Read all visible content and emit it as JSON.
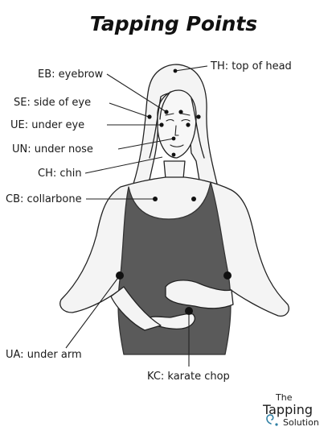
{
  "title": "Tapping Points",
  "points": [
    {
      "id": "th",
      "label": "TH: top of head"
    },
    {
      "id": "eb",
      "label": "EB: eyebrow"
    },
    {
      "id": "se",
      "label": "SE: side of eye"
    },
    {
      "id": "ue",
      "label": "UE: under eye"
    },
    {
      "id": "un",
      "label": "UN: under nose"
    },
    {
      "id": "ch",
      "label": "CH: chin"
    },
    {
      "id": "cb",
      "label": "CB: collarbone"
    },
    {
      "id": "ua",
      "label": "UA: under arm"
    },
    {
      "id": "kc",
      "label": "KC: karate chop"
    }
  ],
  "brand": {
    "line1": "The",
    "line2": "Tapping",
    "line3": "Solution"
  },
  "colors": {
    "tank_top": "#5a5a5a",
    "skin": "#f4f4f4",
    "ink": "#1a1a1a",
    "brand_accent": "#2e7fa3"
  }
}
